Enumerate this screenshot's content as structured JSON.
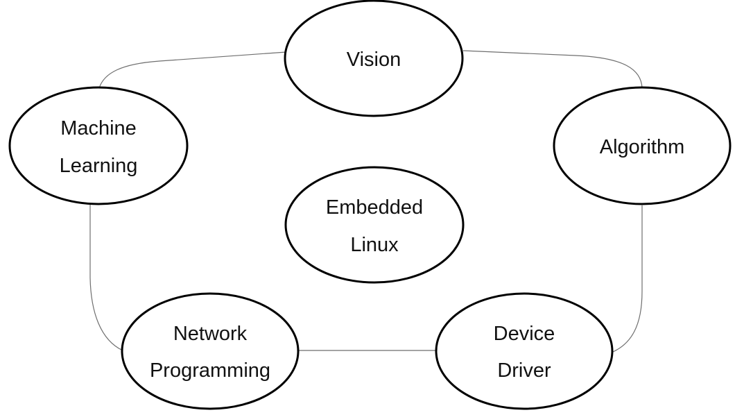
{
  "nodes": [
    {
      "id": "vision",
      "lines": [
        "Vision"
      ]
    },
    {
      "id": "machine-learning",
      "lines": [
        "Machine",
        "Learning"
      ]
    },
    {
      "id": "algorithm",
      "lines": [
        "Algorithm"
      ]
    },
    {
      "id": "embedded-linux",
      "lines": [
        "Embedded",
        "Linux"
      ]
    },
    {
      "id": "network-programming",
      "lines": [
        "Network",
        "Programming"
      ]
    },
    {
      "id": "device-driver",
      "lines": [
        "Device",
        "Driver"
      ]
    }
  ],
  "edges": [
    {
      "from": "machine-learning",
      "to": "vision"
    },
    {
      "from": "vision",
      "to": "algorithm"
    },
    {
      "from": "algorithm",
      "to": "device-driver"
    },
    {
      "from": "device-driver",
      "to": "network-programming"
    },
    {
      "from": "network-programming",
      "to": "machine-learning"
    }
  ]
}
